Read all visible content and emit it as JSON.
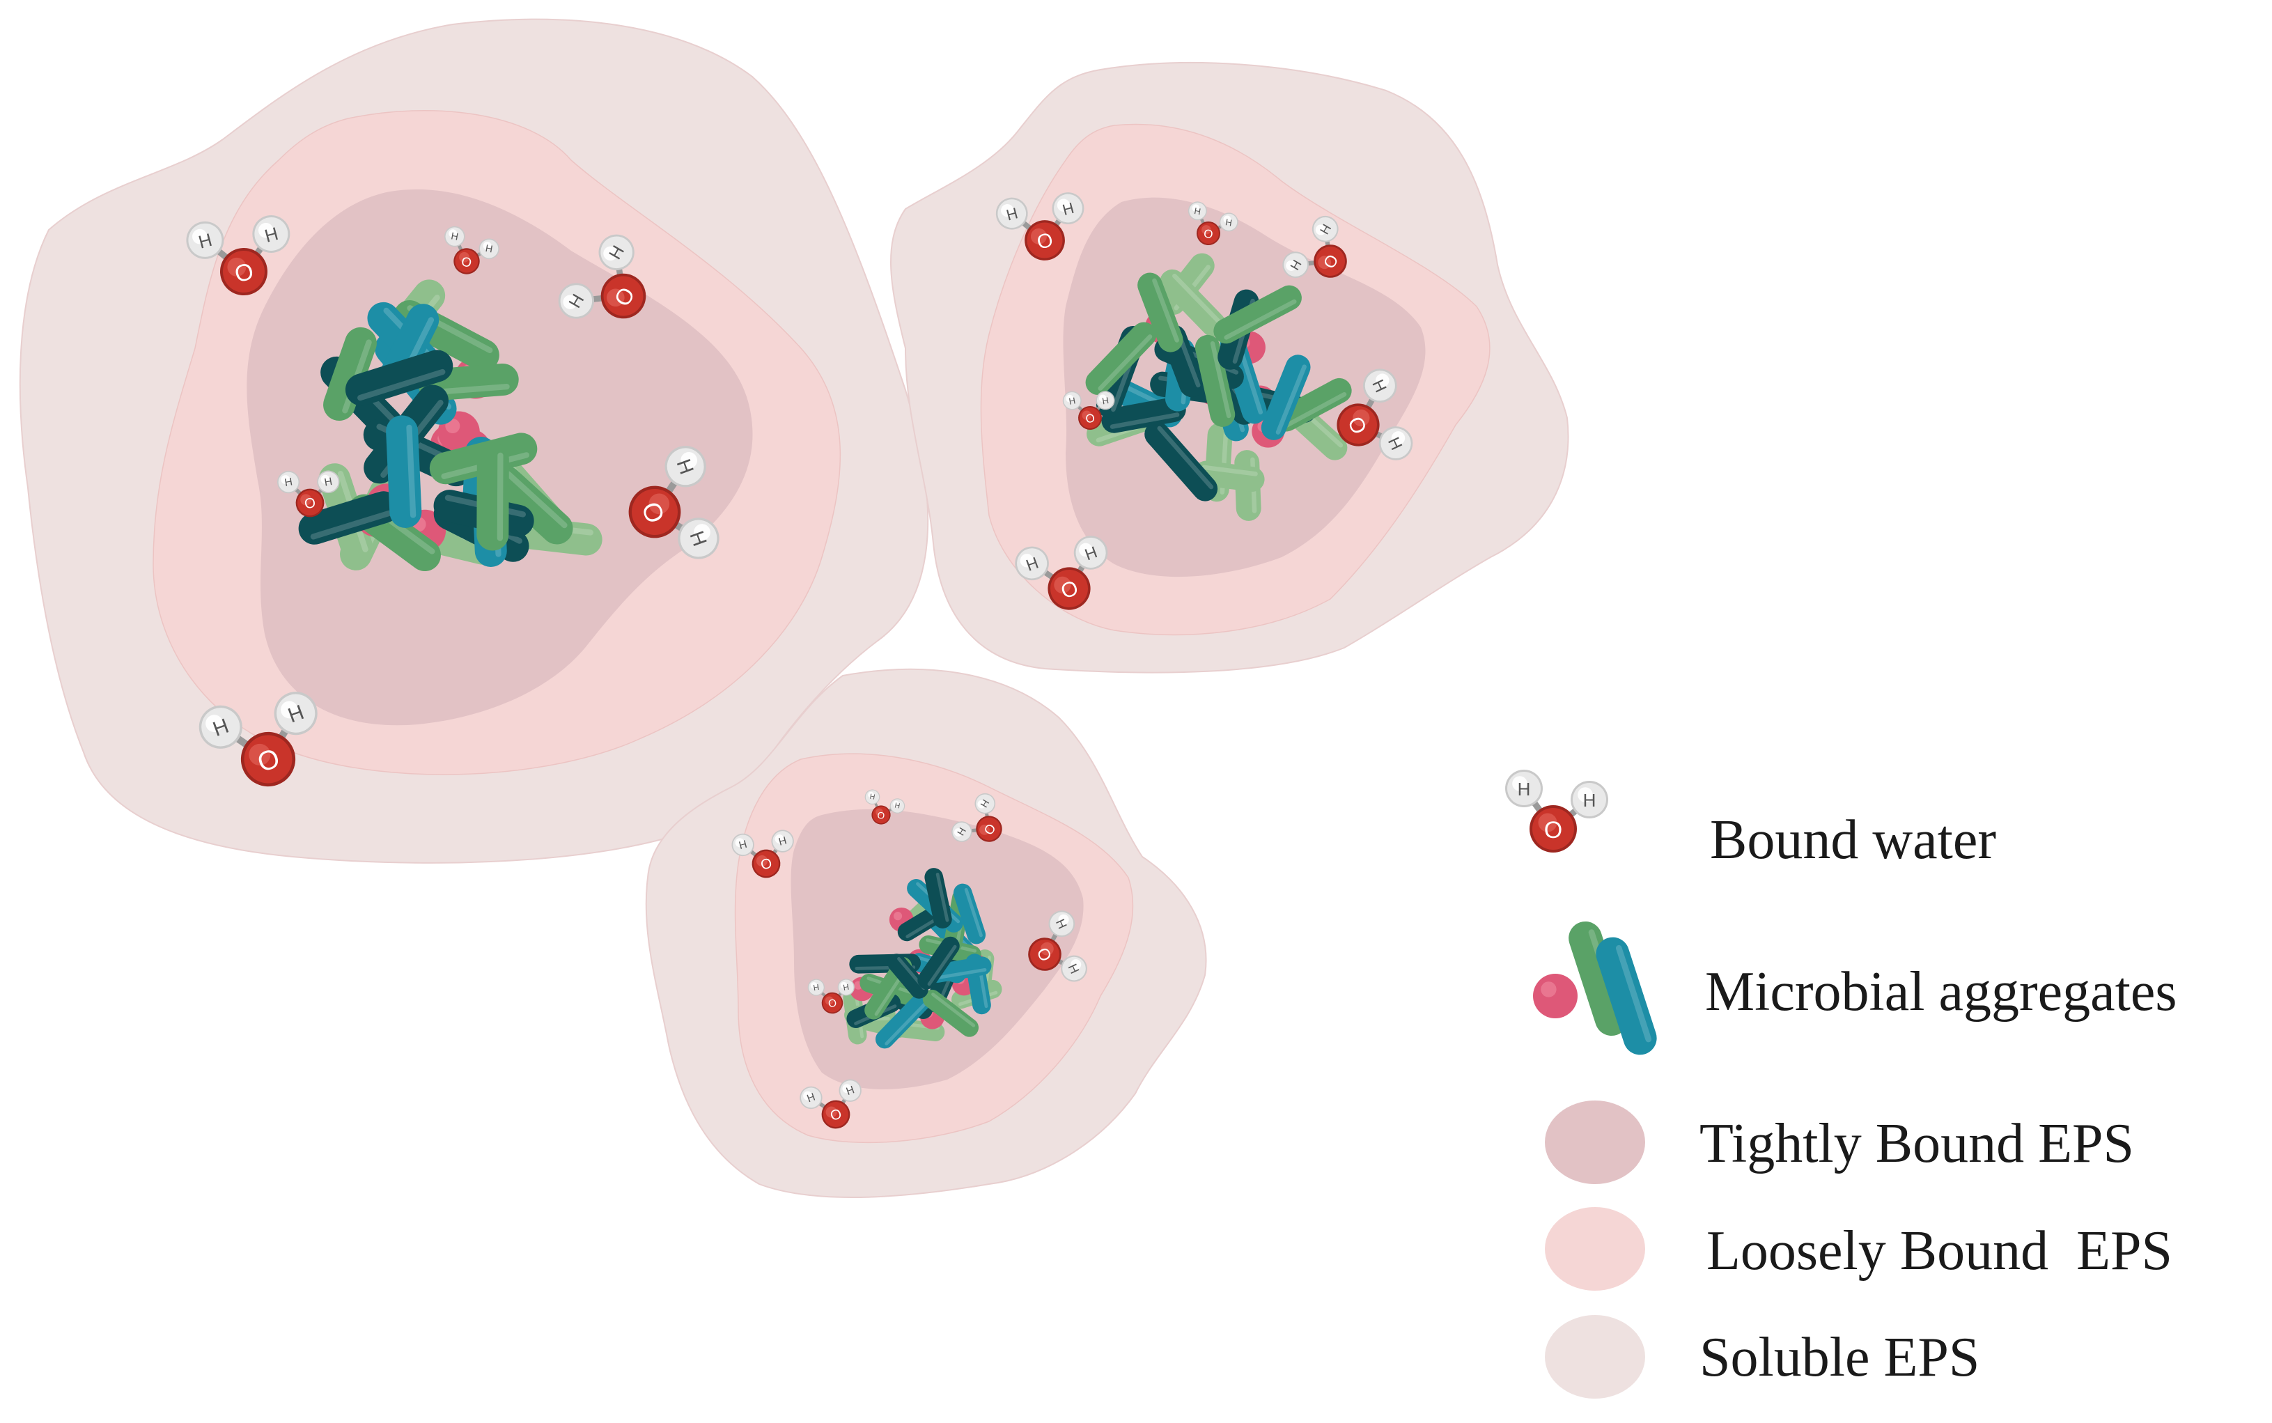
{
  "colors": {
    "soluble_eps": "#eee1e0",
    "loosely_bound_eps": "#f5d6d5",
    "tightly_bound_eps": "#e2c2c5",
    "microbe_dark_teal": "#0d4e55",
    "microbe_cyan": "#1d8ea6",
    "microbe_green": "#5aa267",
    "microbe_pale_green": "#8fbf8c",
    "microbe_pink": "#de5878",
    "water_oxygen": "#c9342a",
    "water_hydrogen": "#e9e9e9"
  },
  "atoms": {
    "oxygen": "O",
    "hydrogen": "H"
  },
  "legend": {
    "bound_water": "Bound water",
    "microbial_aggregates": "Microbial aggregates",
    "tightly_bound_eps": "Tightly Bound EPS",
    "loosely_bound_eps": "Loosely Bound  EPS",
    "soluble_eps": "Soluble EPS"
  }
}
